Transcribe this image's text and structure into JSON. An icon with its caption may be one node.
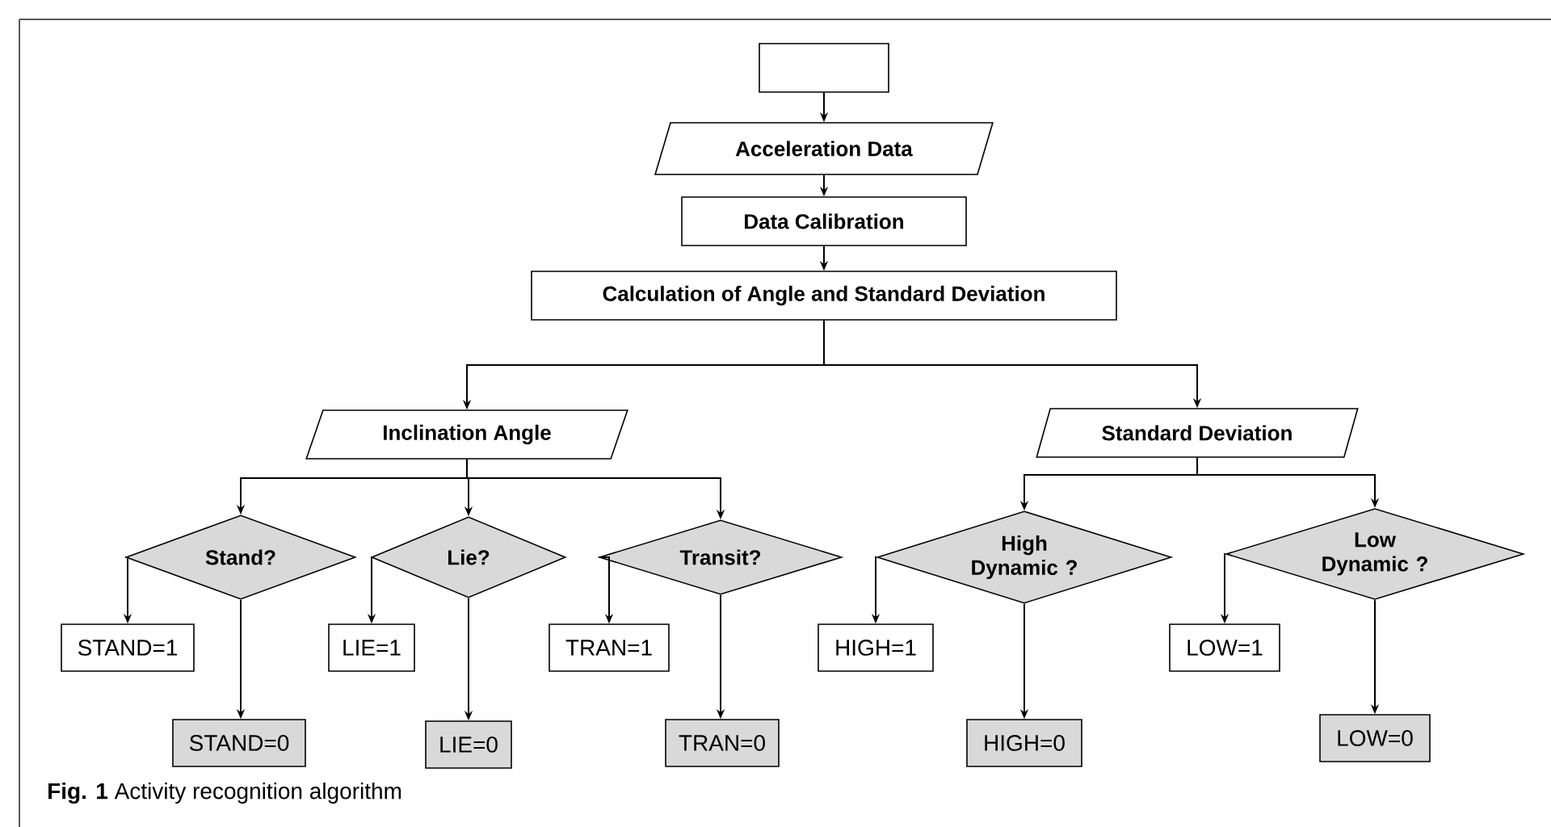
{
  "diagram": {
    "caption": "**Fig. 1** Activity recognition algorithm",
    "nodes": [
      {
        "text": [],
        "shape": "box"
      },
      {
        "text": [
          "Acceleration Data"
        ]
      },
      {
        "text": [
          "Data Calibration"
        ]
      },
      {
        "text": [
          "Calculation of Angle and Standard Deviation"
        ]
      },
      {
        "text": [
          "Inclination Angle"
        ]
      },
      {
        "text": [
          "Standard Deviation"
        ]
      },
      {
        "text": [
          "Stand?"
        ]
      },
      {
        "text": [
          "Lie?"
        ]
      },
      {
        "text": [
          "Transit?"
        ]
      },
      {
        "text": [
          "High Dynamic ?"
        ]
      },
      {
        "text": [
          "Low Dynamic ?"
        ]
      },
      {
        "text": [
          "STAND=1"
        ]
      },
      {
        "text": [
          "STAND=0"
        ]
      },
      {
        "text": [
          "LIE=1"
        ]
      },
      {
        "text": [
          "LIE=0"
        ]
      },
      {
        "text": [
          "TRAN=1"
        ]
      },
      {
        "text": [
          "TRAN=0"
        ]
      },
      {
        "text": [
          "HIGH=1"
        ]
      },
      {
        "text": [
          "HIGH=0"
        ]
      },
      {
        "text": [
          "LOW=1"
        ]
      },
      {
        "text": [
          "LOW=0"
        ]
      }
    ],
    "edges": [
      {
        "from": 0,
        "to": 1,
        "arrow": "to"
      },
      {
        "from": 1,
        "to": 2,
        "arrow": "to"
      },
      {
        "from": 2,
        "to": 3,
        "arrow": "to"
      },
      {
        "from": 3,
        "to": 4,
        "arrow": "to"
      },
      {
        "from": 3,
        "to": 5,
        "arrow": "to"
      },
      {
        "from": 4,
        "to": 6,
        "arrow": "to"
      },
      {
        "from": 4,
        "to": 7,
        "arrow": "to"
      },
      {
        "from": 4,
        "to": 8,
        "arrow": "to"
      },
      {
        "from": 5,
        "to": 9,
        "arrow": "to"
      },
      {
        "from": 5,
        "to": 10,
        "arrow": "to"
      },
      {
        "from": 6,
        "to": 11,
        "arrow": "to"
      },
      {
        "from": 6,
        "to": 12,
        "arrow": "to"
      },
      {
        "from": 7,
        "to": 13,
        "arrow": "to"
      },
      {
        "from": 7,
        "to": 14,
        "arrow": "to"
      },
      {
        "from": 8,
        "to": 15,
        "arrow": "to"
      },
      {
        "from": 8,
        "to": 16,
        "arrow": "to"
      },
      {
        "from": 9,
        "to": 17,
        "arrow": "to"
      },
      {
        "from": 9,
        "to": 18,
        "arrow": "to"
      },
      {
        "from": 10,
        "to": 19,
        "arrow": "to"
      },
      {
        "from": 10,
        "to": 20,
        "arrow": "to"
      }
    ]
  }
}
